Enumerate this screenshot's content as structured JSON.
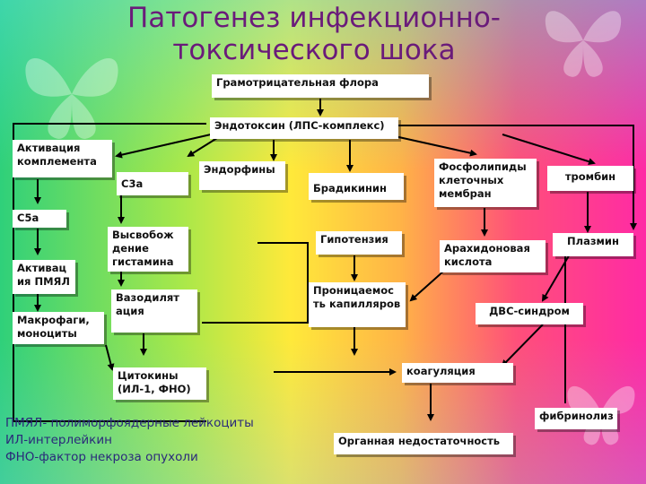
{
  "title": {
    "line1": "Патогенез инфекционно-",
    "line2": "токсического шока"
  },
  "nodes": {
    "gram_flora": "Грамотрицательная флора",
    "endotoxin": "Эндотоксин (ЛПС-комплекс)",
    "complement": "Активация комплемента",
    "c3a": "С3а",
    "endorphins": "Эндорфины",
    "bradykinin": "Брадикинин",
    "phospholipids": "Фосфолипиды клеточных мембран",
    "thrombin": "тромбин",
    "c5a": "С5а",
    "histamine": "Высвобож дение гистамина",
    "hypotension": "Гипотензия",
    "arachidonic": "Арахидоновая кислота",
    "plasmin": "Плазмин",
    "pmnl_activation": "Активац ия ПМЯЛ",
    "vasodilation": "Вазодилят ация",
    "permeability": "Проницаемос ть капилляров",
    "dic": "ДВС-синдром",
    "macrophages": "Макрофаги, моноциты",
    "cytokines": "Цитокины (ИЛ-1, ФНО)",
    "coagulation": "коагуляция",
    "fibrinolysis": "фибринолиз",
    "organ_failure": "Органная недостаточность"
  },
  "legend": {
    "line1": "ПМЯЛ- полиморфоядерные лейкоциты",
    "line2": "ИЛ-интерлейкин",
    "line3": "ФНО-фактор некроза опухоли"
  },
  "colors": {
    "title": "#6a1b7a",
    "legend": "#2a2a7a",
    "arrow": "#000000"
  }
}
